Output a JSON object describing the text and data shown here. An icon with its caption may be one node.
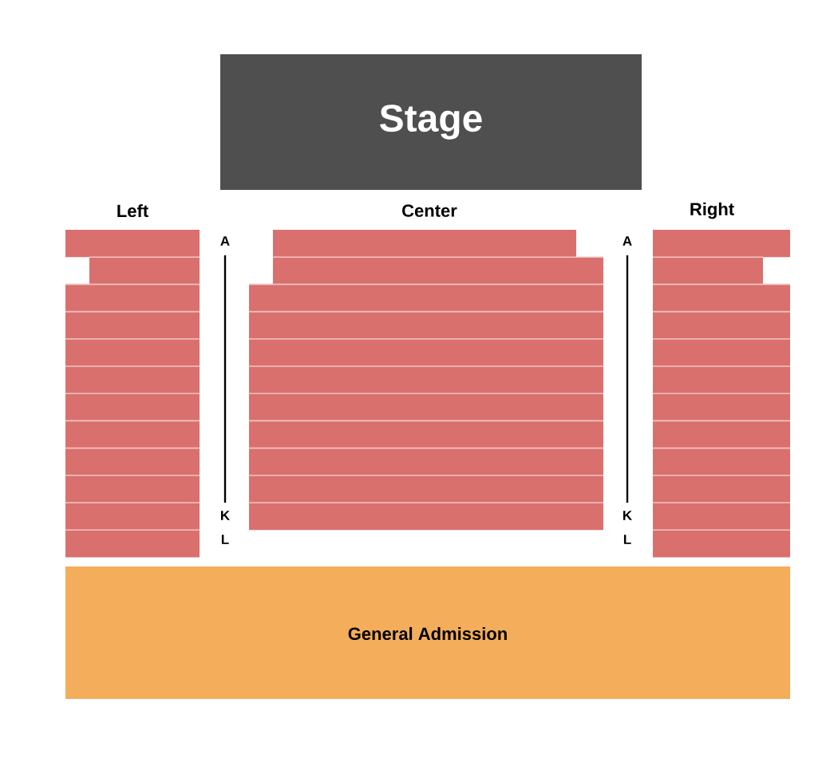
{
  "diagram": {
    "nodes": [
      {
        "text": [
          "Stage"
        ]
      },
      {
        "text": [
          "Left"
        ]
      },
      {
        "text": [
          "Center"
        ]
      },
      {
        "text": [
          "Right"
        ]
      },
      {
        "text": [
          "General Admission"
        ]
      }
    ],
    "labels": [
      "A",
      "K",
      "L",
      "A",
      "K",
      "L"
    ]
  }
}
